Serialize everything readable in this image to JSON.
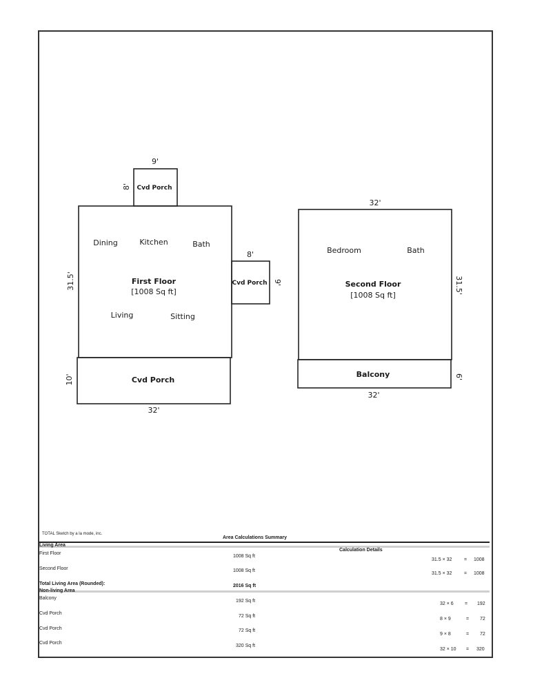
{
  "plan": {
    "first_floor": {
      "title": "First Floor",
      "area": "[1008 Sq ft]",
      "rooms": [
        "Dining",
        "Kitchen",
        "Bath",
        "Living",
        "Sitting"
      ],
      "dim_left": "31.5'"
    },
    "second_floor": {
      "title": "Second Floor",
      "area": "[1008 Sq ft]",
      "rooms": [
        "Bedroom",
        "Bath"
      ],
      "dim_top": "32'",
      "dim_right": "31.5'"
    },
    "porch_top": {
      "label": "Cvd Porch",
      "dim_w": "9'",
      "dim_h": "8'"
    },
    "porch_right": {
      "label": "Cvd Porch",
      "dim_w": "8'",
      "dim_h": "9'"
    },
    "porch_bottom": {
      "label": "Cvd Porch",
      "dim_h": "10'",
      "dim_w": "32'"
    },
    "balcony": {
      "label": "Balcony",
      "dim_h": "6'",
      "dim_w": "32'"
    }
  },
  "footer": {
    "credit": "TOTAL Sketch by a la mode, inc.",
    "summary_title": "Area Calculations Summary",
    "living_header": "Living Area",
    "details_header": "Calculation Details",
    "living_rows": [
      {
        "name": "First Floor",
        "area": "1008 Sq ft"
      },
      {
        "name": "Second Floor",
        "area": "1008 Sq ft"
      }
    ],
    "total_label": "Total Living Area (Rounded):",
    "total_value": "2016 Sq ft",
    "nonliving_header": "Non-living Area",
    "nonliving_rows": [
      {
        "name": "Balcony",
        "area": "192 Sq ft"
      },
      {
        "name": "Cvd Porch",
        "area": "72 Sq ft"
      },
      {
        "name": "Cvd Porch",
        "area": "72 Sq ft"
      },
      {
        "name": "Cvd Porch",
        "area": "320 Sq ft"
      }
    ],
    "calcs": [
      {
        "expr": "31.5 × 32",
        "eq": "=",
        "result": "1008"
      },
      {
        "expr": "31.5 × 32",
        "eq": "=",
        "result": "1008"
      },
      {
        "expr": "32 × 6",
        "eq": "=",
        "result": "192"
      },
      {
        "expr": "8 × 9",
        "eq": "=",
        "result": "72"
      },
      {
        "expr": "9 × 8",
        "eq": "=",
        "result": "72"
      },
      {
        "expr": "32 × 10",
        "eq": "=",
        "result": "320"
      }
    ]
  }
}
